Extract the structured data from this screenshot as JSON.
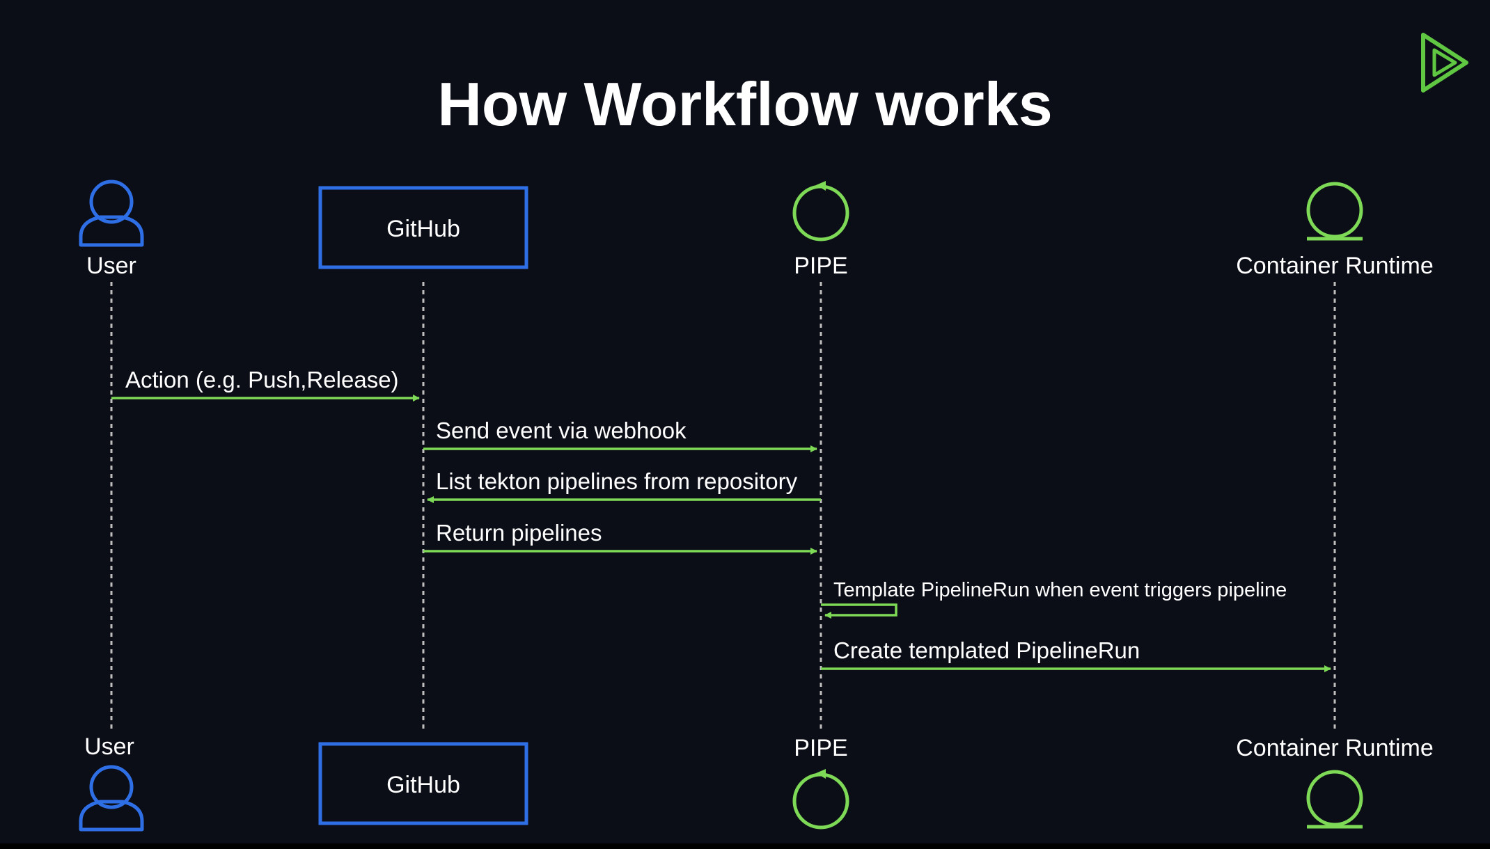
{
  "slide": {
    "title": "How Workflow works"
  },
  "participants": [
    {
      "id": "user",
      "label": "User",
      "shape": "actor",
      "icon": "user-icon"
    },
    {
      "id": "github",
      "label": "GitHub",
      "shape": "box",
      "icon": ""
    },
    {
      "id": "pipe",
      "label": "PIPE",
      "shape": "control",
      "icon": "control-icon"
    },
    {
      "id": "runtime",
      "label": "Container Runtime",
      "shape": "entity",
      "icon": "entity-icon"
    }
  ],
  "messages": [
    {
      "id": "action",
      "from": "user",
      "to": "github",
      "label": "Action (e.g. Push,Release)"
    },
    {
      "id": "send-event",
      "from": "github",
      "to": "pipe",
      "label": "Send event via webhook"
    },
    {
      "id": "list-pipelines",
      "from": "pipe",
      "to": "github",
      "label": "List tekton pipelines from repository"
    },
    {
      "id": "return-pipelines",
      "from": "github",
      "to": "pipe",
      "label": "Return pipelines"
    },
    {
      "id": "template-run",
      "from": "pipe",
      "to": "pipe",
      "label": "Template PipelineRun when event triggers pipeline"
    },
    {
      "id": "create-run",
      "from": "pipe",
      "to": "runtime",
      "label": "Create templated PipelineRun"
    }
  ],
  "colors": {
    "background": "#0c0e17",
    "actor_blue": "#2f6fe6",
    "arrow_green": "#7ed957",
    "lifeline": "#bfbfbf",
    "text": "#ffffff"
  },
  "logo": {
    "icon": "play-logo-icon"
  }
}
